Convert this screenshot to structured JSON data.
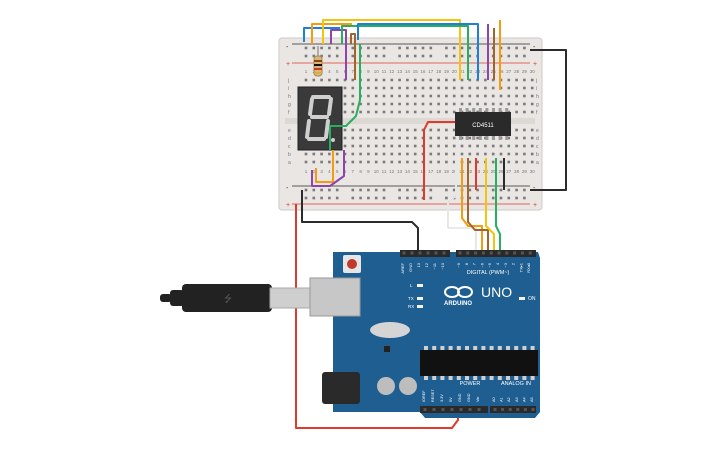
{
  "breadboard": {
    "row_letters_top": [
      "j",
      "i",
      "h",
      "g",
      "f"
    ],
    "row_letters_bottom": [
      "e",
      "d",
      "c",
      "b",
      "a"
    ],
    "column_numbers": [
      "1",
      "2",
      "3",
      "4",
      "5",
      "6",
      "7",
      "8",
      "9",
      "10",
      "11",
      "12",
      "13",
      "14",
      "15",
      "16",
      "17",
      "18",
      "19",
      "20",
      "21",
      "22",
      "23",
      "24",
      "25",
      "26",
      "27",
      "28",
      "29",
      "30"
    ],
    "rail_plus": "+",
    "rail_minus": "-"
  },
  "chip": {
    "label": "CD4511"
  },
  "display": {
    "digit": "8"
  },
  "arduino": {
    "brand": "ARDUINO",
    "model": "UNO",
    "digital_header_label": "DIGITAL (PWM~)",
    "power_label": "POWER",
    "analog_label": "ANALOG IN",
    "on_led_label": "ON",
    "tx_label": "TX",
    "rx_label": "RX",
    "l_label": "L",
    "top_pin_labels": [
      "AREF",
      "GND",
      "13",
      "12",
      "~11",
      "~10",
      "~9",
      "8",
      "7",
      "~6",
      "~5",
      "4",
      "~3",
      "2",
      "TX▸1",
      "RX◂0"
    ],
    "power_pin_labels": [
      "IOREF",
      "RESET",
      "3.3V",
      "5V",
      "GND",
      "GND",
      "Vin"
    ],
    "analog_pin_labels": [
      "A0",
      "A1",
      "A2",
      "A3",
      "A4",
      "A5"
    ]
  },
  "wire_colors": {
    "blue": "#1f7fd6",
    "orange": "#f39c12",
    "yellow": "#f1c40f",
    "purple": "#8e44ad",
    "green": "#27ae60",
    "brown": "#a0652b",
    "red": "#e03a2f",
    "black": "#2b2b2b",
    "white": "#f4f4f4"
  }
}
